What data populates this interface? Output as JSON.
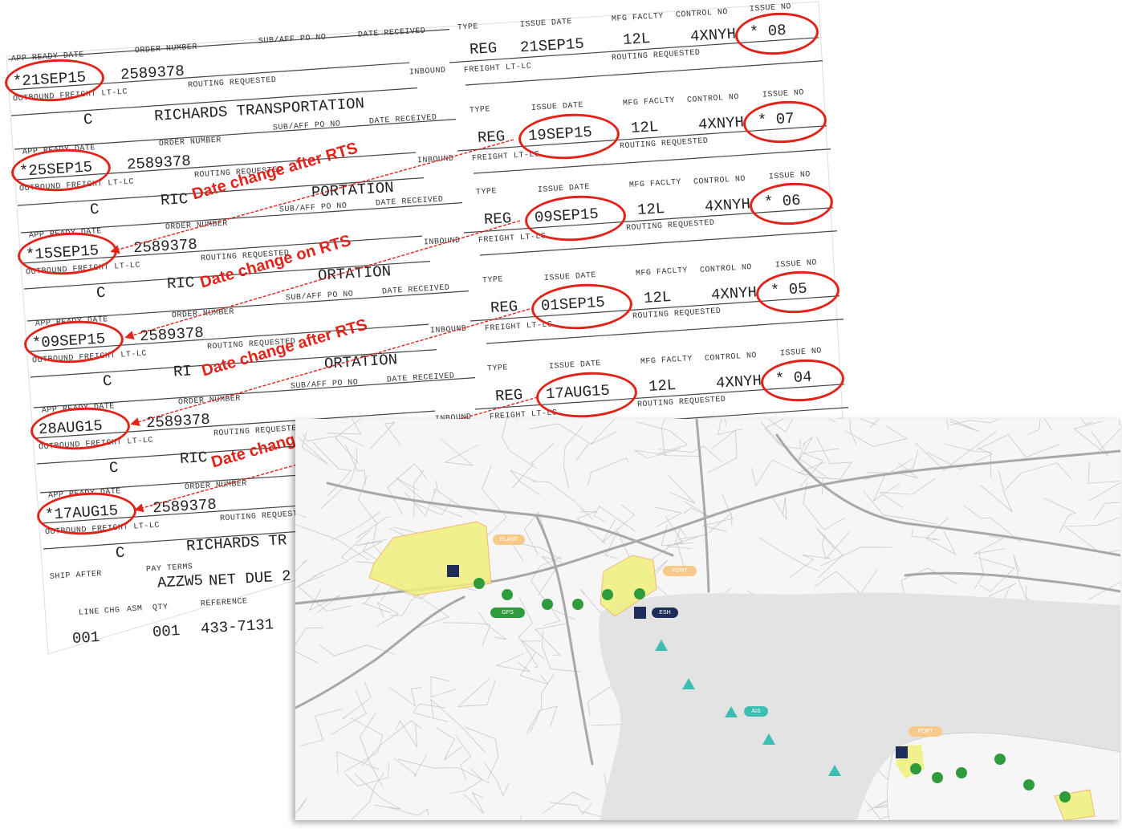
{
  "colors": {
    "annotation_red": "#e2231a",
    "route_green": "#2e9c3c",
    "facility_navy": "#1e2d5a",
    "sea_teal": "#3cbfb2",
    "zone_yellow": "#eef07a",
    "label_orange": "#f9c98a"
  },
  "document": {
    "header_labels": {
      "app_ready_date": "APP READY DATE",
      "order_number": "ORDER NUMBER",
      "sub_aff_po_no": "SUB/AFF PO NO",
      "date_received": "DATE RECEIVED",
      "type": "TYPE",
      "issue_date": "ISSUE DATE",
      "mfg_facility": "MFG FACLTY",
      "control_no": "CONTROL NO",
      "issue_no": "ISSUE NO",
      "routing_requested": "ROUTING REQUESTED",
      "inbound": "INBOUND",
      "freight": "FREIGHT",
      "lt_lc": "LT-LC",
      "outbound": "OUTBOUND",
      "ship_after": "SHIP AFTER",
      "pay_terms": "PAY TERMS",
      "line": "LINE",
      "chg": "CHG",
      "asm": "ASM",
      "qty": "QTY",
      "reference": "REFERENCE"
    },
    "rows": [
      {
        "type": "REG",
        "issue_date": "21SEP15",
        "mfg": "12L",
        "control": "4XNYH",
        "issue_no": "* 08"
      },
      {
        "type": "REG",
        "issue_date": "19SEP15",
        "mfg": "12L",
        "control": "4XNYH",
        "issue_no": "* 07"
      },
      {
        "type": "REG",
        "issue_date": "09SEP15",
        "mfg": "12L",
        "control": "4XNYH",
        "issue_no": "* 06"
      },
      {
        "type": "REG",
        "issue_date": "01SEP15",
        "mfg": "12L",
        "control": "4XNYH",
        "issue_no": "* 05"
      },
      {
        "type": "REG",
        "issue_date": "17AUG15",
        "mfg": "12L",
        "control": "4XNYH",
        "issue_no": "* 04"
      }
    ],
    "ready_rows": [
      {
        "app_ready": "*21SEP15",
        "order": "2589378",
        "outbound": "C",
        "carrier": "RICHARDS TRANSPORTATION"
      },
      {
        "app_ready": "*25SEP15",
        "order": "2589378",
        "outbound": "C",
        "carrier": "RIC"
      },
      {
        "app_ready": "*15SEP15",
        "order": "2589378",
        "outbound": "C",
        "carrier": "RIC"
      },
      {
        "app_ready": "*09SEP15",
        "order": "2589378",
        "outbound": "C",
        "carrier": "RI"
      },
      {
        "app_ready": "28AUG15",
        "order": "2589378",
        "outbound": "C",
        "carrier": "RIC"
      },
      {
        "app_ready": "*17AUG15",
        "order": "2589378",
        "outbound": "C",
        "carrier": "RICHARDS TR"
      }
    ],
    "carrier_tail": [
      "PORTATION",
      "ORTATION",
      "ORTATION"
    ],
    "footer": {
      "ship_after_value": "AZZW5",
      "pay_terms_value": "NET DUE 2",
      "line_value": "001",
      "qty_value": "001",
      "reference_value": "433-7131"
    },
    "annotations": [
      "Date change after RTS",
      "Date change on RTS",
      "Date change after RTS",
      "Date chang"
    ]
  },
  "map": {
    "labels": {
      "plant": "PLANT",
      "port_1": "PORT",
      "port_2": "PORT",
      "gps": "GPS",
      "esh": "ESH",
      "ais": "AIS"
    }
  }
}
